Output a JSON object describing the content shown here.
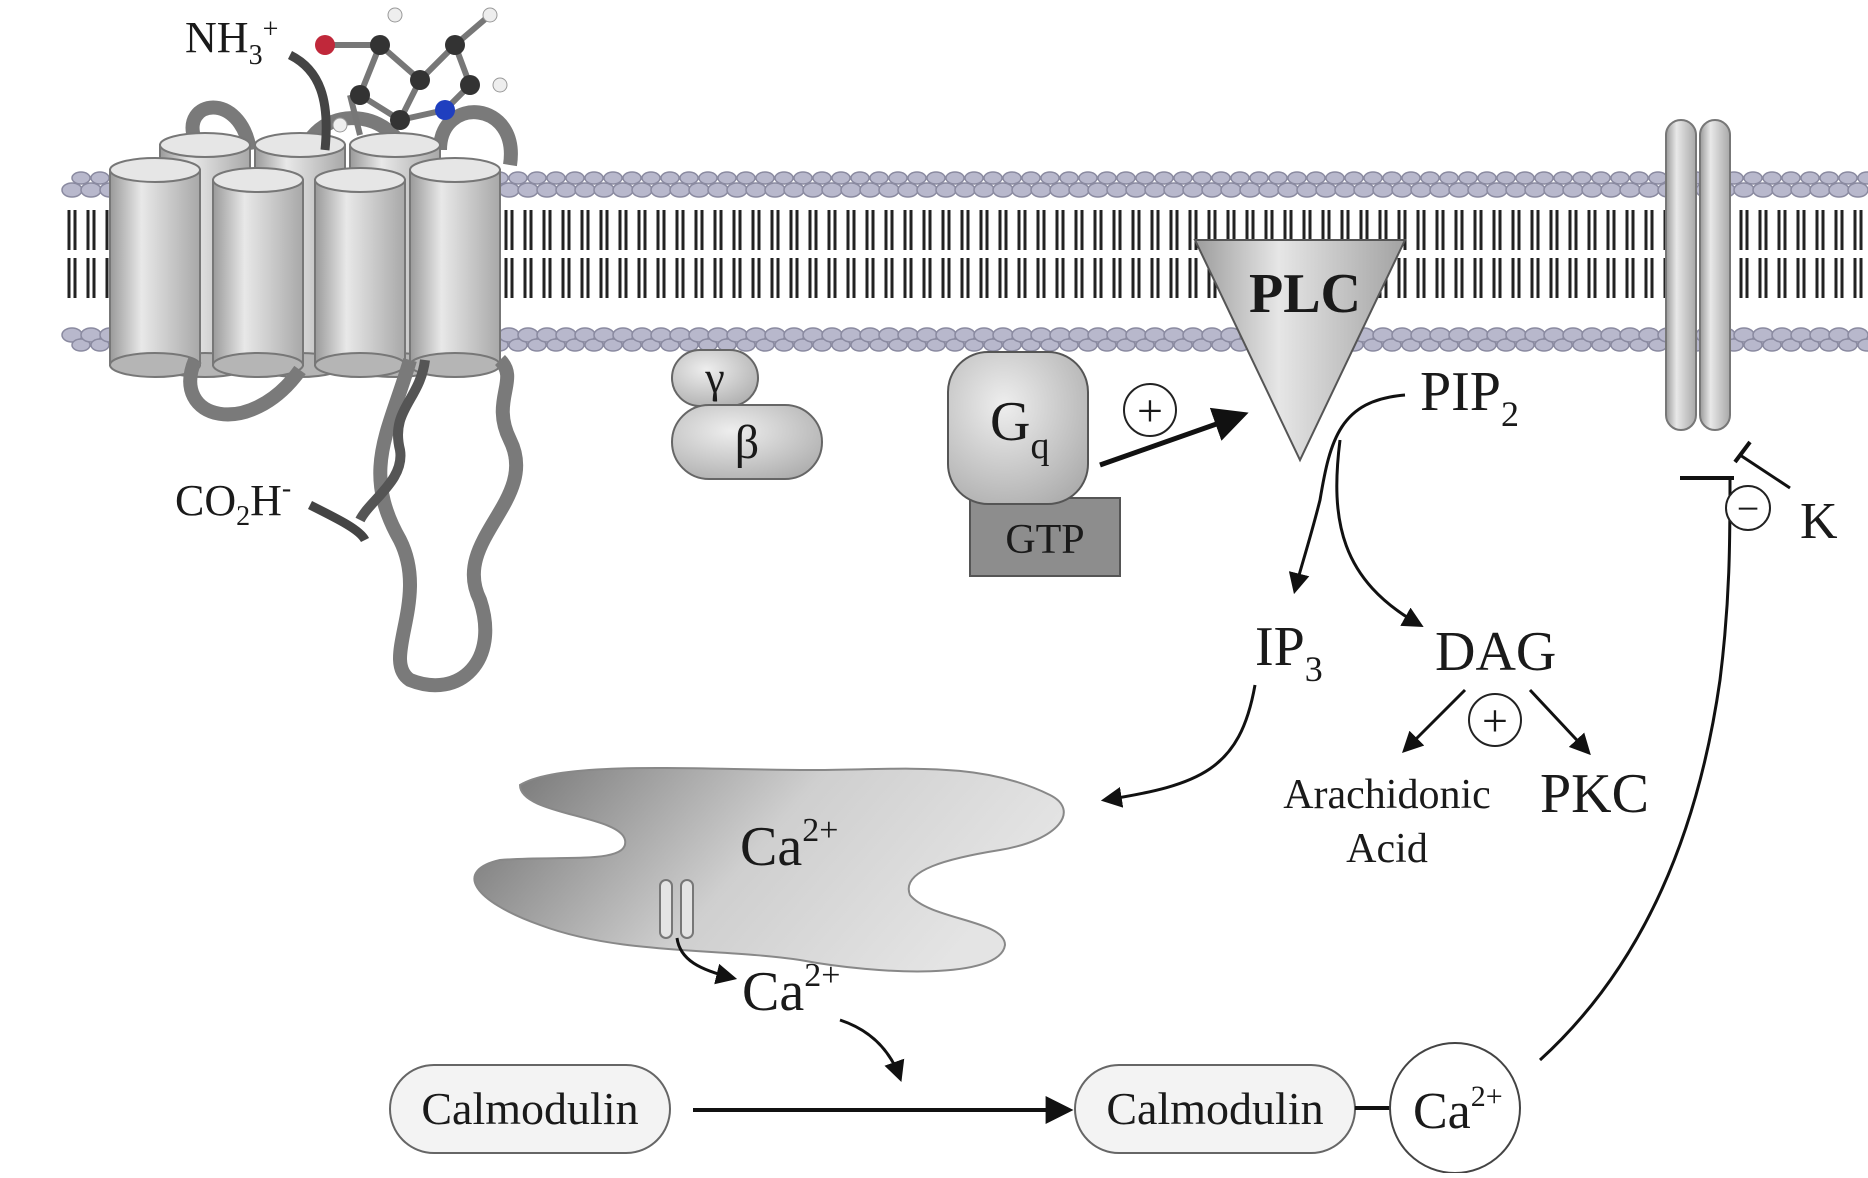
{
  "receptor": {
    "n_terminus": {
      "base": "NH",
      "subscript": "3",
      "superscript": "+"
    },
    "c_terminus": {
      "base": "CO",
      "subscript": "2",
      "tail": "H",
      "superscript": "-"
    }
  },
  "g_protein": {
    "gamma": "γ",
    "beta": "β",
    "alpha": {
      "base": "G",
      "subscript": "q"
    },
    "gtp": "GTP"
  },
  "enzyme": {
    "plc": "PLC"
  },
  "signs": {
    "plus": "+",
    "minus": "−"
  },
  "messengers": {
    "pip2": {
      "base": "PIP",
      "subscript": "2"
    },
    "ip3": {
      "base": "IP",
      "subscript": "3"
    },
    "dag": "DAG",
    "arachidonic_line1": "Arachidonic",
    "arachidonic_line2": "Acid",
    "pkc": "PKC"
  },
  "calcium": {
    "base": "Ca",
    "superscript": "2+"
  },
  "calmodulin": "Calmodulin",
  "channel": {
    "ion": "K"
  }
}
